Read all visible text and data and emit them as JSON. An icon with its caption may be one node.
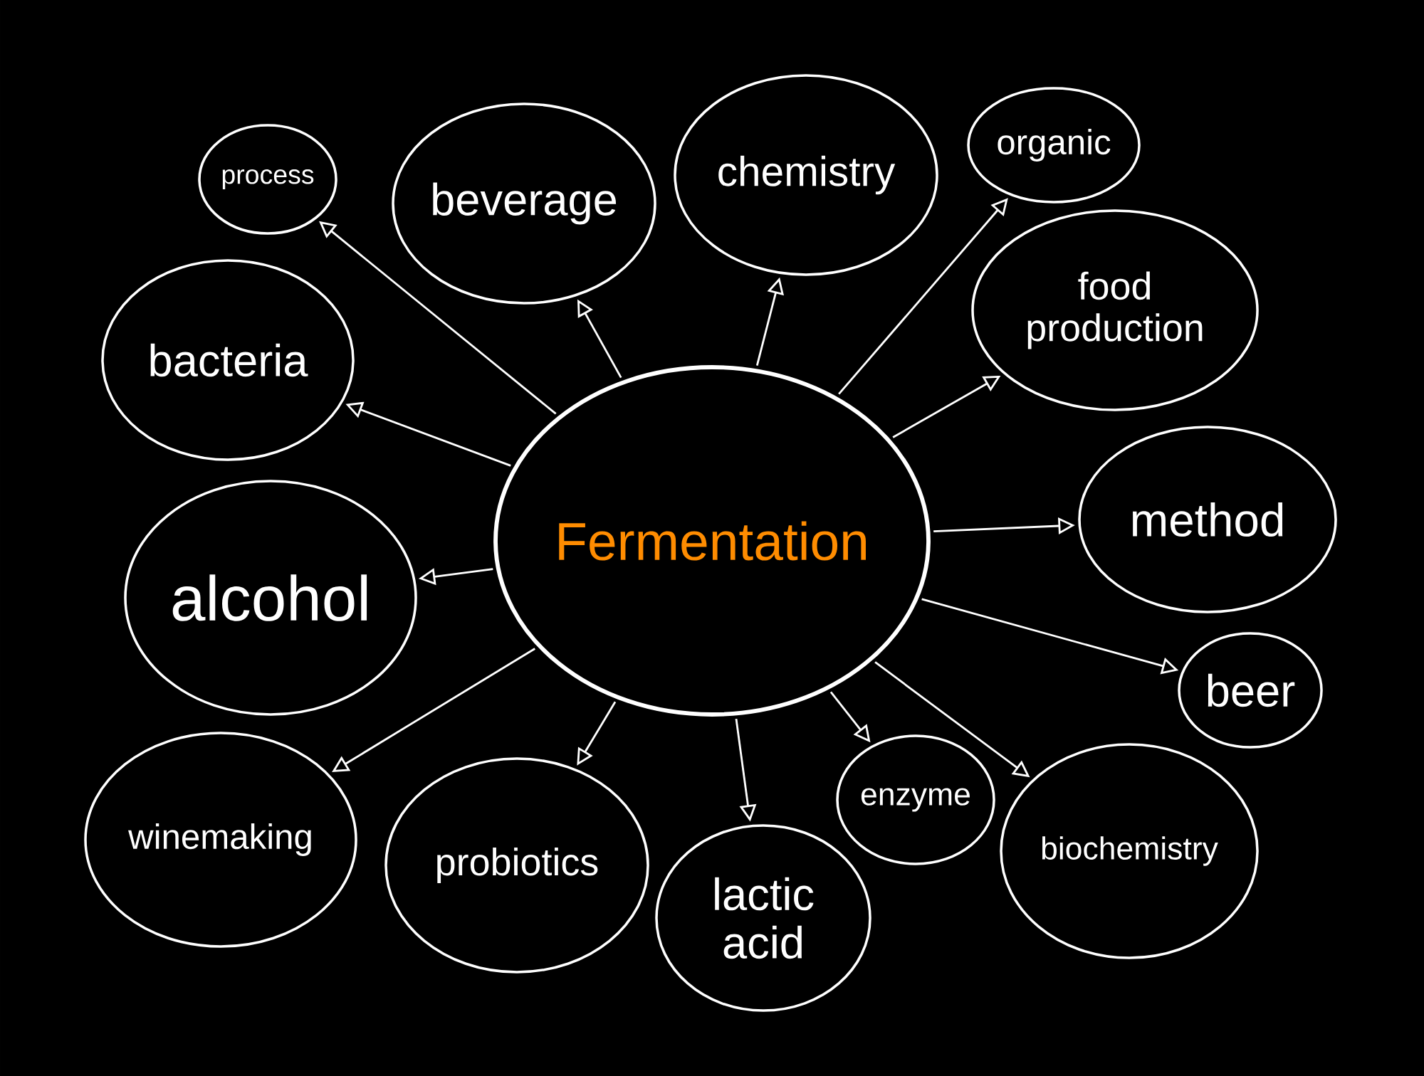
{
  "diagram": {
    "nodes": [
      {
        "text": [
          "Fermentation"
        ]
      },
      {
        "text": [
          "process"
        ]
      },
      {
        "text": [
          "beverage"
        ]
      },
      {
        "text": [
          "chemistry"
        ]
      },
      {
        "text": [
          "organic"
        ]
      },
      {
        "text": [
          "food production"
        ]
      },
      {
        "text": [
          "bacteria"
        ]
      },
      {
        "text": [
          "method"
        ]
      },
      {
        "text": [
          "alcohol"
        ]
      },
      {
        "text": [
          "beer"
        ]
      },
      {
        "text": [
          "winemaking"
        ]
      },
      {
        "text": [
          "probiotics"
        ]
      },
      {
        "text": [
          "lactic acid"
        ]
      },
      {
        "text": [
          "enzyme"
        ]
      },
      {
        "text": [
          "biochemistry"
        ]
      }
    ],
    "edges": [
      {
        "from": 0,
        "to": 1,
        "arrow": "to"
      },
      {
        "from": 0,
        "to": 2,
        "arrow": "to"
      },
      {
        "from": 0,
        "to": 3,
        "arrow": "to"
      },
      {
        "from": 0,
        "to": 4,
        "arrow": "to"
      },
      {
        "from": 0,
        "to": 5,
        "arrow": "to"
      },
      {
        "from": 0,
        "to": 6,
        "arrow": "to"
      },
      {
        "from": 0,
        "to": 7,
        "arrow": "to"
      },
      {
        "from": 0,
        "to": 8,
        "arrow": "to"
      },
      {
        "from": 0,
        "to": 9,
        "arrow": "to"
      },
      {
        "from": 0,
        "to": 10,
        "arrow": "to"
      },
      {
        "from": 0,
        "to": 11,
        "arrow": "to"
      },
      {
        "from": 0,
        "to": 12,
        "arrow": "to"
      },
      {
        "from": 0,
        "to": 13,
        "arrow": "to"
      },
      {
        "from": 0,
        "to": 14,
        "arrow": "to"
      }
    ]
  }
}
